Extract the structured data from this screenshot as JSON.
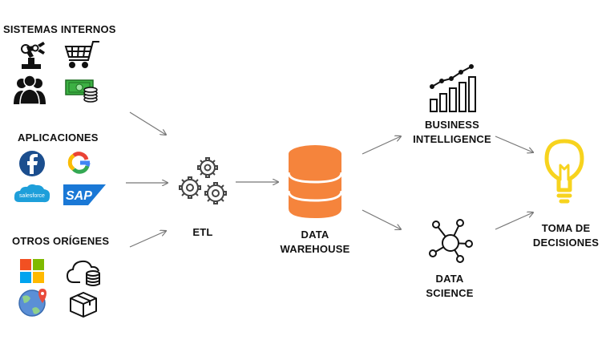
{
  "sources": {
    "internal": {
      "title": "SISTEMAS INTERNOS",
      "icons": [
        "robot-arm-icon",
        "shopping-cart-icon",
        "people-icon",
        "cash-icon"
      ]
    },
    "apps": {
      "title": "APLICACIONES",
      "icons": [
        "facebook-icon",
        "google-icon",
        "salesforce-icon",
        "sap-icon"
      ],
      "salesforce_text": "salesforce",
      "sap_text": "SAP"
    },
    "others": {
      "title": "OTROS ORÍGENES",
      "icons": [
        "windows-icon",
        "cloud-database-icon",
        "globe-location-icon",
        "box-icon"
      ]
    }
  },
  "etl": {
    "label": "ETL"
  },
  "warehouse": {
    "line1": "DATA",
    "line2": "WAREHOUSE"
  },
  "bi": {
    "line1": "BUSINESS",
    "line2": "INTELLIGENCE"
  },
  "ds": {
    "line1": "DATA",
    "line2": "SCIENCE"
  },
  "decision": {
    "line1": "TOMA DE",
    "line2": "DECISIONES"
  },
  "colors": {
    "warehouse": "#F5843C",
    "bulb": "#F7D31E",
    "facebook": "#1B4E8E",
    "salesforce": "#1E9FDA",
    "sap": "#1A78D6",
    "cash": "#3CB043",
    "arrow": "#777777"
  }
}
